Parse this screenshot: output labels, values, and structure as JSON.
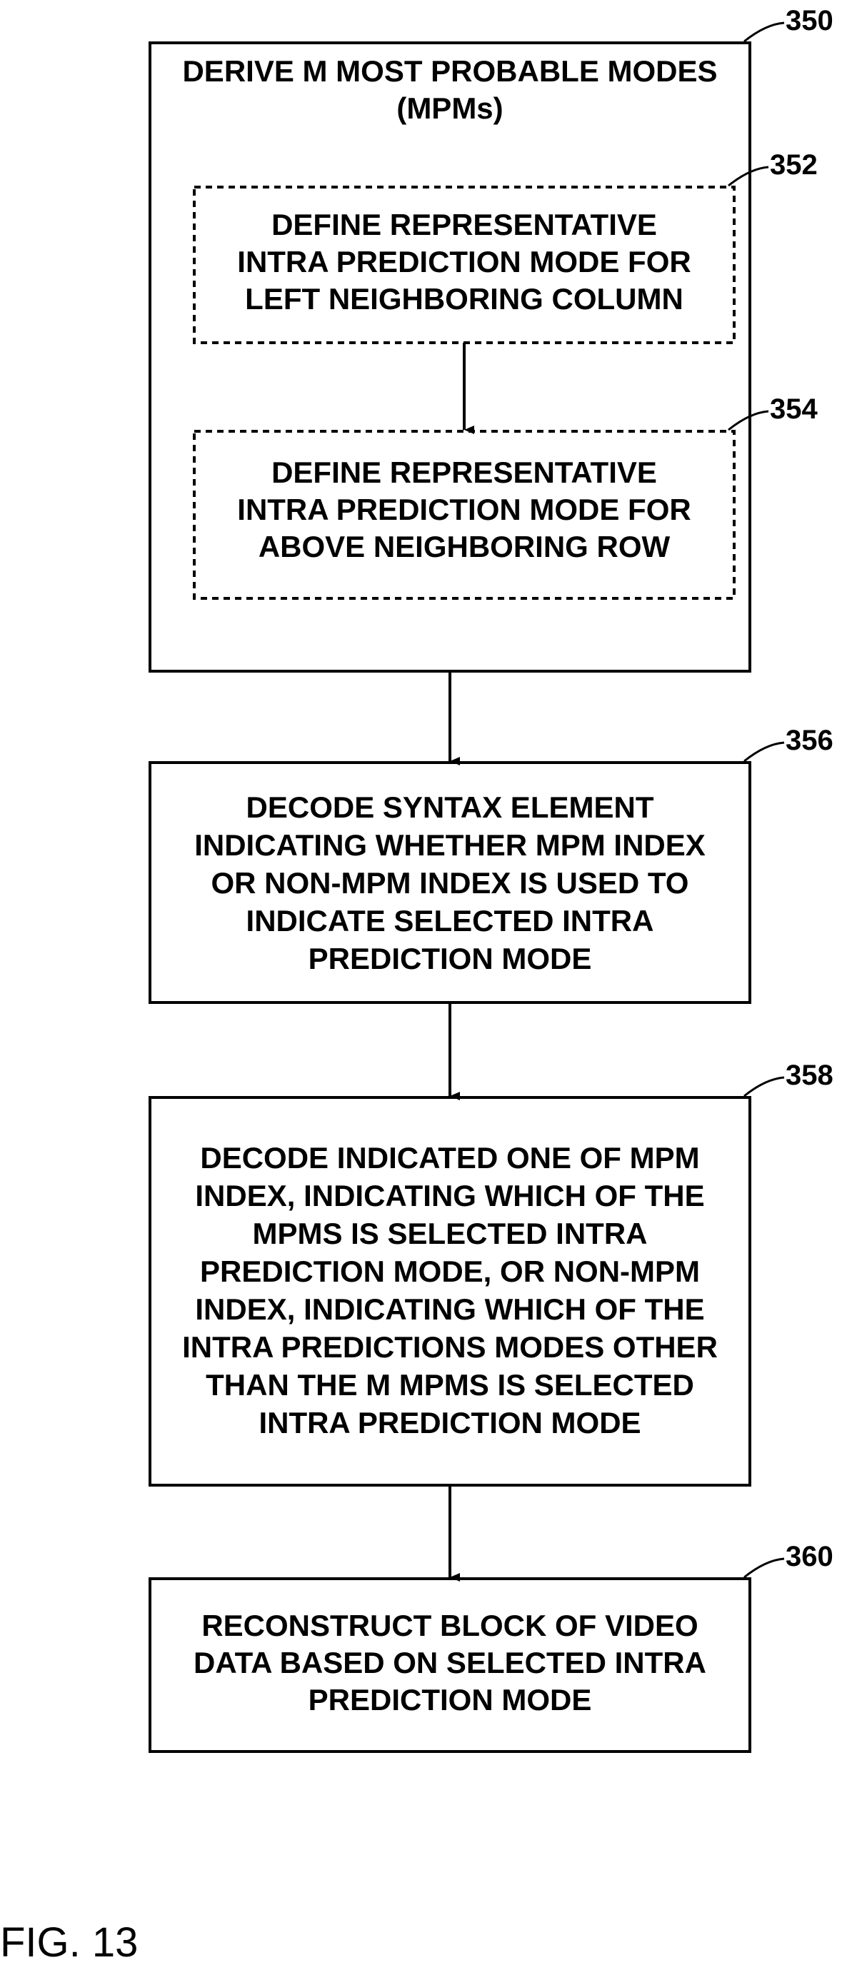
{
  "figure_label": "FIG. 13",
  "nodes": [
    {
      "id": "350",
      "ref": "350",
      "style": "solid",
      "lines": [
        "DERIVE M MOST PROBABLE MODES",
        "(MPMs)"
      ]
    },
    {
      "id": "352",
      "ref": "352",
      "style": "dashed",
      "lines": [
        "DEFINE REPRESENTATIVE",
        "INTRA PREDICTION MODE FOR",
        "LEFT NEIGHBORING COLUMN"
      ]
    },
    {
      "id": "354",
      "ref": "354",
      "style": "dashed",
      "lines": [
        "DEFINE REPRESENTATIVE",
        "INTRA PREDICTION MODE FOR",
        "ABOVE NEIGHBORING ROW"
      ]
    },
    {
      "id": "356",
      "ref": "356",
      "style": "solid",
      "lines": [
        "DECODE SYNTAX ELEMENT",
        "INDICATING WHETHER MPM INDEX",
        "OR NON-MPM INDEX IS USED TO",
        "INDICATE SELECTED INTRA",
        "PREDICTION MODE"
      ]
    },
    {
      "id": "358",
      "ref": "358",
      "style": "solid",
      "lines": [
        "DECODE INDICATED ONE OF MPM",
        "INDEX, INDICATING WHICH OF THE",
        "MPMS IS SELECTED INTRA",
        "PREDICTION MODE, OR NON-MPM",
        "INDEX, INDICATING WHICH OF THE",
        "INTRA PREDICTIONS MODES OTHER",
        "THAN THE M MPMS IS SELECTED",
        "INTRA PREDICTION MODE"
      ]
    },
    {
      "id": "360",
      "ref": "360",
      "style": "solid",
      "lines": [
        "RECONSTRUCT BLOCK OF VIDEO",
        "DATA BASED ON SELECTED INTRA",
        "PREDICTION MODE"
      ]
    }
  ],
  "edges": [
    {
      "from": "352",
      "to": "354"
    },
    {
      "from": "350",
      "to": "356"
    },
    {
      "from": "356",
      "to": "358"
    },
    {
      "from": "358",
      "to": "360"
    }
  ]
}
